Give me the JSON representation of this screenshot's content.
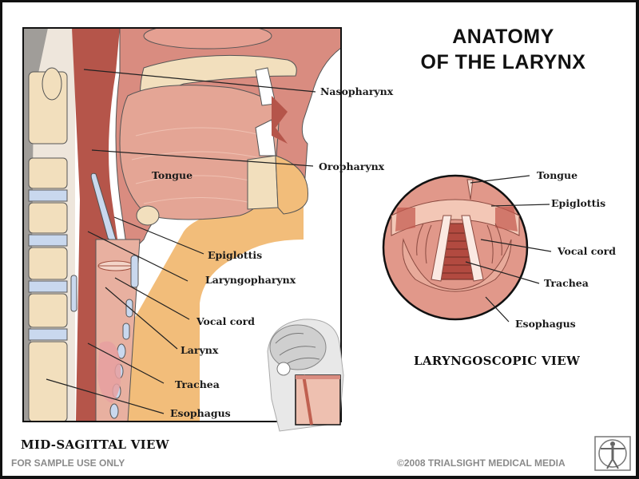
{
  "title": {
    "line1": "ANATOMY",
    "line2": "OF THE LARYNX"
  },
  "sagittal": {
    "view_title": "MID-SAGITTAL VIEW",
    "labels": {
      "nasopharynx": "Nasopharynx",
      "oropharynx": "Oropharynx",
      "tongue": "Tongue",
      "epiglottis": "Epiglottis",
      "laryngopharynx": "Laryngopharynx",
      "vocal_cord": "Vocal cord",
      "larynx": "Larynx",
      "trachea": "Trachea",
      "esophagus": "Esophagus"
    }
  },
  "laryngoscopic": {
    "view_title": "LARYNGOSCOPIC VIEW",
    "labels": {
      "tongue": "Tongue",
      "epiglottis": "Epiglottis",
      "vocal_cord": "Vocal cord",
      "trachea": "Trachea",
      "esophagus": "Esophagus"
    }
  },
  "footer": {
    "disclaimer": "FOR SAMPLE USE ONLY",
    "copyright": "©2008 TRIALSIGHT MEDICAL MEDIA"
  },
  "colors": {
    "tissue": "#d98c80",
    "dark_tissue": "#b5554a",
    "bone": "#f2dfbd",
    "fat": "#f2bd7a",
    "cartilage": "#c9d8ee",
    "pale": "#f3d4c8"
  }
}
